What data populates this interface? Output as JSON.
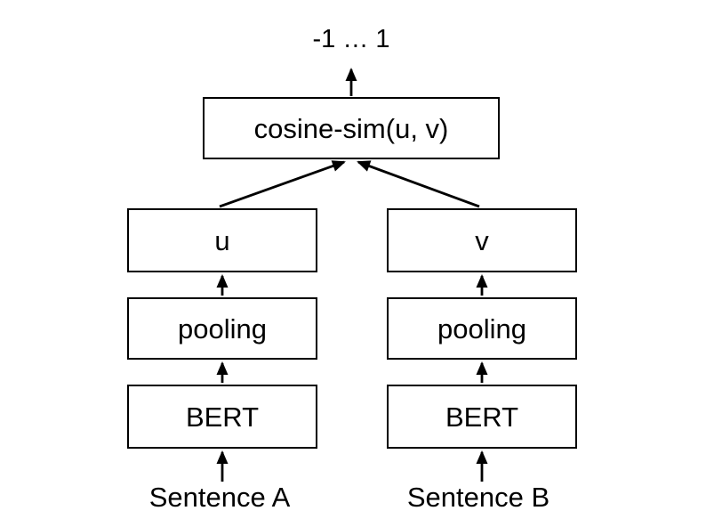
{
  "diagram": {
    "output_label": "-1 … 1",
    "similarity_box_label": "cosine-sim(u, v)",
    "left_branch": {
      "embedding_label": "u",
      "pooling_label": "pooling",
      "encoder_label": "BERT",
      "input_label": "Sentence A"
    },
    "right_branch": {
      "embedding_label": "v",
      "pooling_label": "pooling",
      "encoder_label": "BERT",
      "input_label": "Sentence B"
    },
    "colors": {
      "stroke": "#000000",
      "text": "#000000",
      "background": "#ffffff",
      "box_fill": "#ffffff"
    }
  }
}
